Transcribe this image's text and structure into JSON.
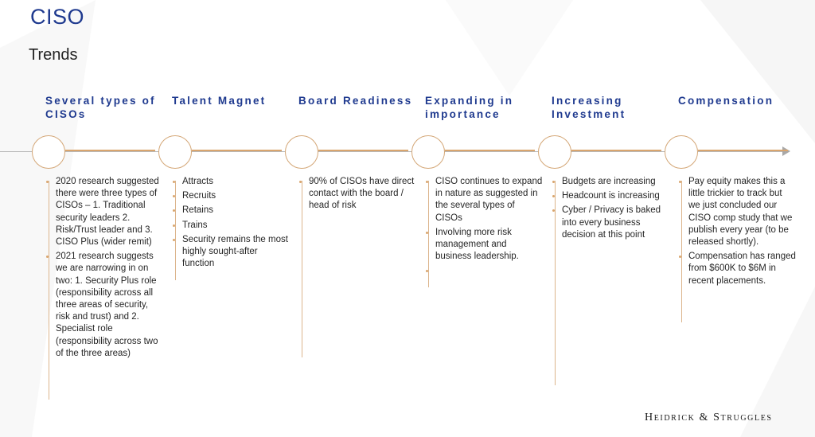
{
  "header": {
    "title": "CISO",
    "subtitle": "Trends"
  },
  "columns": [
    {
      "heading": "Several types of CISOs",
      "bullets": [
        "2020 research suggested there were three types of CISOs – 1. Traditional security leaders 2. Risk/Trust leader and 3. CISO Plus (wider remit)",
        "2021 research suggests we are narrowing in on two: 1. Security Plus role (responsibility across all three areas of security, risk and trust) and 2. Specialist role (responsibility across two of the three areas)"
      ]
    },
    {
      "heading": "Talent Magnet",
      "bullets": [
        "Attracts",
        "Recruits",
        "Retains",
        "Trains",
        "Security remains the most highly sought-after function"
      ]
    },
    {
      "heading": "Board Readiness",
      "bullets": [
        "90% of CISOs have direct contact with the board / head of risk"
      ]
    },
    {
      "heading": "Expanding in importance",
      "bullets": [
        "CISO continues to expand in nature as suggested in the several types of CISOs",
        "Involving more risk management and business leadership.",
        ""
      ]
    },
    {
      "heading": "Increasing Investment",
      "bullets": [
        "Budgets are increasing",
        "Headcount is increasing",
        "Cyber / Privacy is baked into every business decision at this point"
      ]
    },
    {
      "heading": "Compensation",
      "bullets": [
        "Pay equity makes this a little trickier to track but we just concluded our CISO comp study that we publish every year (to be released shortly).",
        "Compensation has ranged from $600K to $6M in recent placements."
      ]
    }
  ],
  "footer": {
    "logo_text": "Heidrick & Struggles"
  },
  "colors": {
    "title": "#1f3a8f",
    "accent": "#d9a56e",
    "timeline": "#b8b8b8"
  }
}
